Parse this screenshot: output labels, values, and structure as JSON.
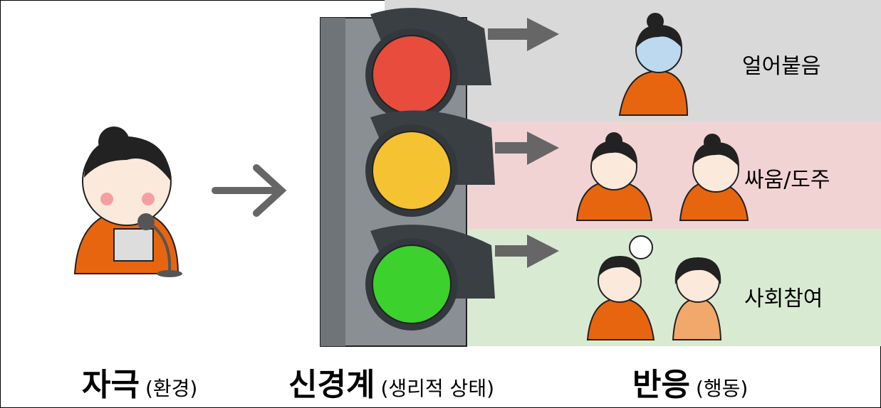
{
  "responses": [
    "얼어붙음",
    "싸움/도주",
    "사회참여"
  ],
  "captions": [
    {
      "main": "자극",
      "sub": "(환경)"
    },
    {
      "main": "신경계",
      "sub": "(생리적 상태)"
    },
    {
      "main": "반응",
      "sub": "(행동)"
    }
  ],
  "colors": {
    "red": "#e84c3d",
    "yellow": "#f5c232",
    "green": "#3dd12e",
    "shirt": "#e8650f",
    "arrow": "#666666"
  }
}
